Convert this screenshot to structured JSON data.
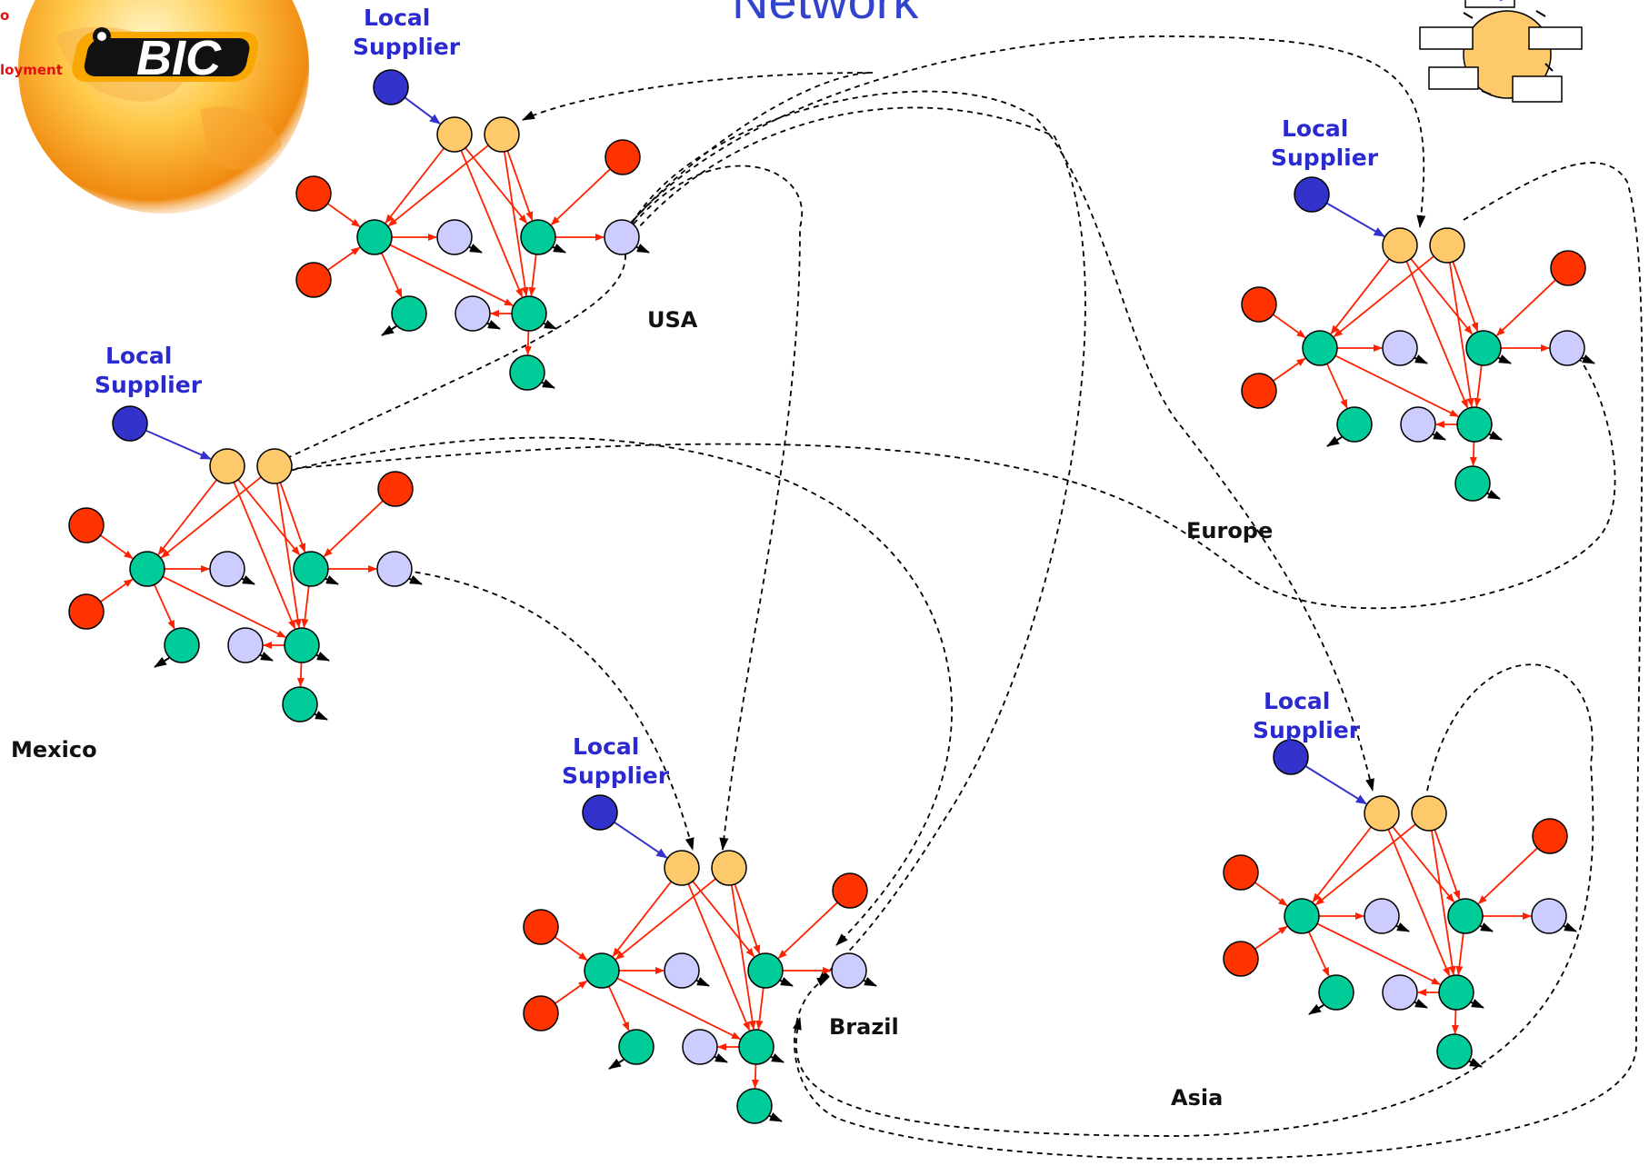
{
  "title": "Network",
  "logo": {
    "brand": "BIC",
    "text_line1": "o",
    "text_line2": "loyment"
  },
  "supplier_label": [
    "Local",
    "Supplier"
  ],
  "regions": [
    {
      "id": "usa",
      "label": "USA",
      "has_supplier": true
    },
    {
      "id": "mexico",
      "label": "Mexico",
      "has_supplier": true
    },
    {
      "id": "brazil",
      "label": "Brazil",
      "has_supplier": true
    },
    {
      "id": "europe",
      "label": "Europe",
      "has_supplier": true
    },
    {
      "id": "asia",
      "label": "Asia",
      "has_supplier": true
    }
  ],
  "colors": {
    "supplier": "#3333cc",
    "orange_node": "#fdc96b",
    "red_node": "#ff3300",
    "green_node": "#00cc99",
    "lavender_node": "#ccccff",
    "flow_arrow": "#ff2200",
    "supplier_arrow": "#3333cc",
    "link_dashed": "#000000",
    "title": "#3344cc"
  },
  "legend": {
    "icon": "network-cycle-icon"
  }
}
